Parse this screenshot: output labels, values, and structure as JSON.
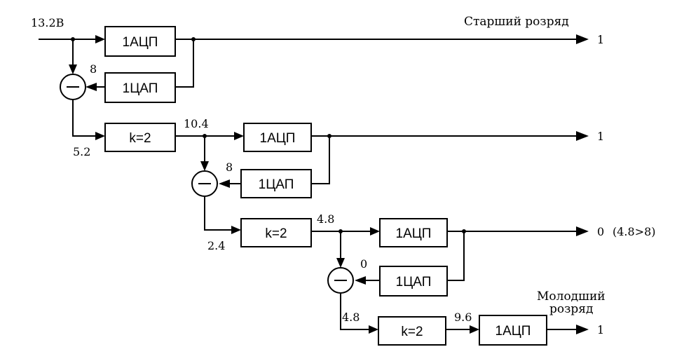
{
  "input_label": "13.2В",
  "msb_label": "Старший розряд",
  "lsb_label_line1": "Молодший",
  "lsb_label_line2": "розряд",
  "stage1": {
    "adc": "1АЦП",
    "dac": "1ЦАП",
    "dac_value": "8",
    "diff_value": "5.2",
    "out_bit": "1"
  },
  "stage2": {
    "amp": "k=2",
    "amp_out": "10.4",
    "adc": "1АЦП",
    "dac": "1ЦАП",
    "dac_value": "8",
    "diff_value": "2.4",
    "out_bit": "1"
  },
  "stage3": {
    "amp": "k=2",
    "amp_out": "4.8",
    "adc": "1АЦП",
    "dac": "1ЦАП",
    "dac_value": "0",
    "diff_value": "4.8",
    "out_bit": "0",
    "out_note": "(4.8>8)"
  },
  "stage4": {
    "amp": "k=2",
    "amp_out": "9.6",
    "adc": "1АЦП",
    "out_bit": "1"
  }
}
